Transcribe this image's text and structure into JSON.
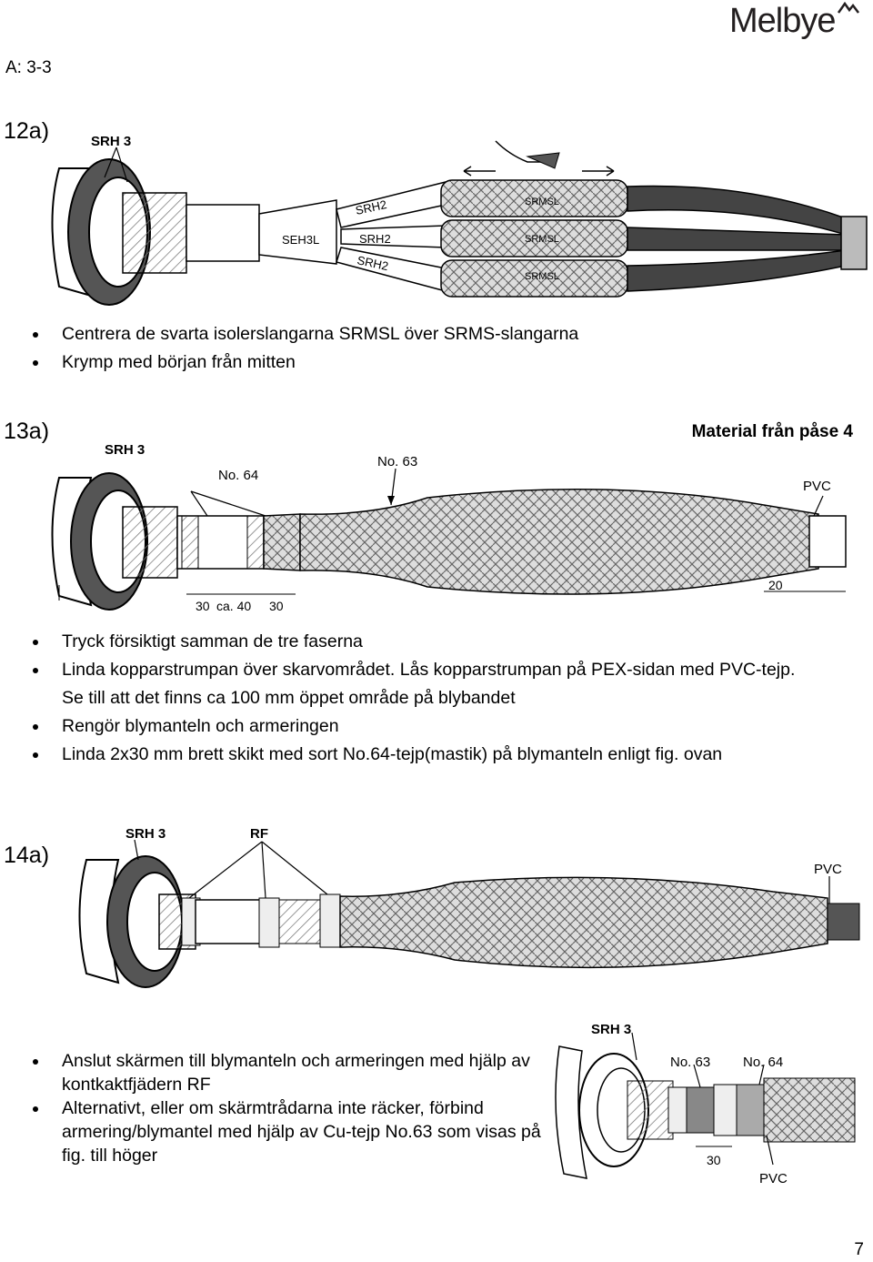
{
  "header": {
    "brand": "Melbye",
    "doc_ref": "A: 3-3"
  },
  "steps": {
    "s12": {
      "label": "12a)",
      "figure": {
        "srh": "SRH 3",
        "seh": "SEH3L",
        "srh2": "SRH2",
        "srmsl": "SRMSL"
      },
      "bullets": [
        "Centrera de svarta isolerslangarna SRMSL över SRMS-slangarna",
        "Krymp med början från mitten"
      ]
    },
    "s13": {
      "label": "13a)",
      "material_note": "Material från påse 4",
      "figure": {
        "srh": "SRH 3",
        "no64": "No. 64",
        "no63": "No. 63",
        "pvc": "PVC",
        "d1": "30",
        "d2": "ca. 40",
        "d3": "30",
        "d4": "20"
      },
      "bullets": [
        "Tryck försiktigt samman de tre faserna",
        "Linda kopparstrumpan över skarvområdet. Lås kopparstrumpan på PEX-sidan med PVC-tejp. Se till att det finns ca 100 mm öppet område på blybandet",
        "Rengör blymanteln och armeringen",
        "Linda 2x30 mm brett skikt med sort No.64-tejp(mastik) på blymanteln enligt fig. ovan"
      ]
    },
    "s14": {
      "label": "14a)",
      "figure": {
        "srh": "SRH 3",
        "rf": "RF",
        "pvc": "PVC"
      },
      "figure_small": {
        "srh": "SRH 3",
        "no63": "No. 63",
        "no64": "No. 64",
        "d": "30",
        "pvc": "PVC"
      },
      "bullets": [
        "Anslut skärmen till blymanteln och armeringen med hjälp av kontkaktfjädern RF",
        "Alternativt, eller om skärmtrådarna inte räcker, förbind armering/blymantel med hjälp av Cu-tejp No.63 som visas på fig. till höger"
      ]
    }
  },
  "page_number": "7"
}
